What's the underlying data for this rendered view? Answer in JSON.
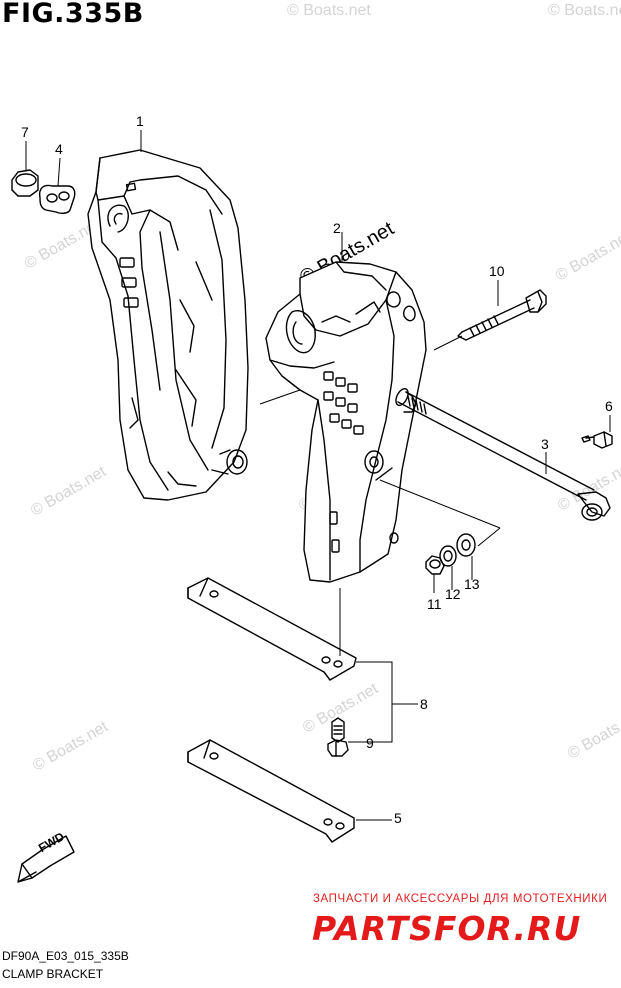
{
  "figure": {
    "title": "FIG.335B",
    "diagram_code": "DF90A_E03_015_335B",
    "diagram_name": "CLAMP BRACKET"
  },
  "direction_marker": {
    "label": "FWD",
    "icon": "forward-arrow-icon"
  },
  "callouts": [
    {
      "id": "c1",
      "label": "1"
    },
    {
      "id": "c2",
      "label": "2"
    },
    {
      "id": "c3",
      "label": "3"
    },
    {
      "id": "c4",
      "label": "4"
    },
    {
      "id": "c5",
      "label": "5"
    },
    {
      "id": "c6",
      "label": "6"
    },
    {
      "id": "c7",
      "label": "7"
    },
    {
      "id": "c8",
      "label": "8"
    },
    {
      "id": "c9",
      "label": "9"
    },
    {
      "id": "c10",
      "label": "10"
    },
    {
      "id": "c11",
      "label": "11"
    },
    {
      "id": "c12",
      "label": "12"
    },
    {
      "id": "c13",
      "label": "13"
    }
  ],
  "watermarks": {
    "text": "© Boats.net"
  },
  "shop_banner": {
    "caption": "ЗАПЧАСТИ И АКСЕССУАРЫ ДЛЯ МОТОТЕХНИКИ",
    "logo": "PARTSFOR.RU"
  },
  "colors": {
    "line": "#000000",
    "watermark": "#d4d4d4",
    "shop": "#e41a1a"
  }
}
